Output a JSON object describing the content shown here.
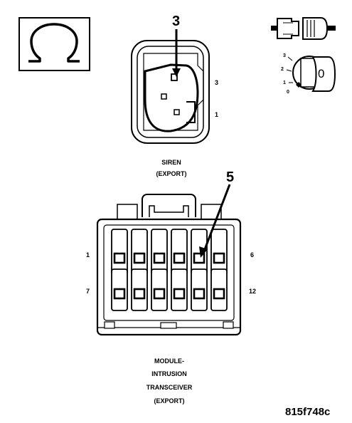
{
  "callouts": {
    "siren_pin": "3",
    "module_pin": "5"
  },
  "siren": {
    "label_line1": "SIREN",
    "label_line2": "(EXPORT)",
    "cavity_high": "3",
    "cavity_low": "1"
  },
  "module": {
    "label_line1": "MODULE-",
    "label_line2": "INTRUSION",
    "label_line3": "TRANSCEIVER",
    "label_line4": "(EXPORT)",
    "top_left": "1",
    "top_right": "6",
    "bottom_left": "7",
    "bottom_right": "12"
  },
  "key_switch": {
    "pos_3": "3",
    "pos_2": "2",
    "pos_1": "1",
    "pos_0": "0",
    "face": "0"
  },
  "figure_code": "815f748c",
  "icons": [
    "ohmmeter-symbol-icon",
    "connector-plug-icon",
    "ignition-key-icon"
  ]
}
